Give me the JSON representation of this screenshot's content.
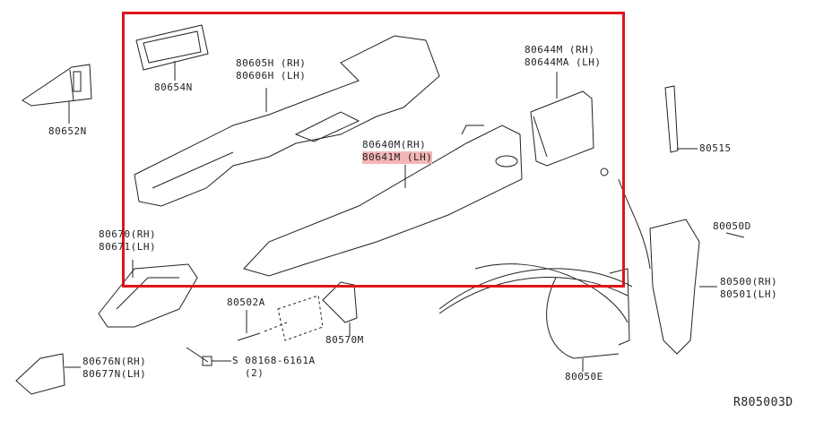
{
  "diagram_id": "R805003D",
  "highlight_color": "#e0141b",
  "parts": [
    {
      "id": "p80652N",
      "lines": [
        "80652N"
      ]
    },
    {
      "id": "p80654N",
      "lines": [
        "80654N"
      ]
    },
    {
      "id": "p80605H",
      "lines": [
        "80605H (RH)",
        "80606H (LH)"
      ]
    },
    {
      "id": "p80640M",
      "lines": [
        "80640M(RH)",
        "80641M (LH)"
      ]
    },
    {
      "id": "p80644M",
      "lines": [
        "80644M (RH)",
        "80644MA (LH)"
      ]
    },
    {
      "id": "p80515",
      "lines": [
        "80515"
      ]
    },
    {
      "id": "p80670",
      "lines": [
        "80670(RH)",
        "80671(LH)"
      ]
    },
    {
      "id": "p80050D",
      "lines": [
        "80050D"
      ]
    },
    {
      "id": "p80500",
      "lines": [
        "80500(RH)",
        "80501(LH)"
      ]
    },
    {
      "id": "p80502A",
      "lines": [
        "80502A"
      ]
    },
    {
      "id": "p80570M",
      "lines": [
        "80570M"
      ]
    },
    {
      "id": "p80676N",
      "lines": [
        "80676N(RH)",
        "80677N(LH)"
      ]
    },
    {
      "id": "p08168",
      "lines": [
        "S 08168-6161A",
        "(2)"
      ]
    },
    {
      "id": "p80050E",
      "lines": [
        "80050E"
      ]
    }
  ]
}
